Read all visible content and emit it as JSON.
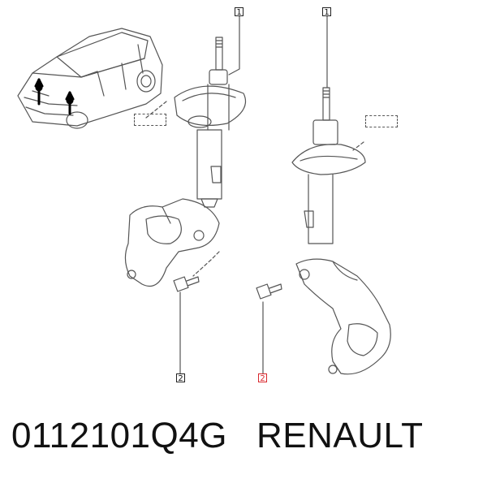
{
  "callouts": {
    "left_strut": "1",
    "right_strut": "1",
    "left_bolt": "2",
    "right_bolt": "2"
  },
  "colors": {
    "line": "#555555",
    "highlight": "#d8262b",
    "arrow": "#000000"
  },
  "footer": {
    "part_number": "0112101Q4G",
    "brand": "RENAULT"
  }
}
